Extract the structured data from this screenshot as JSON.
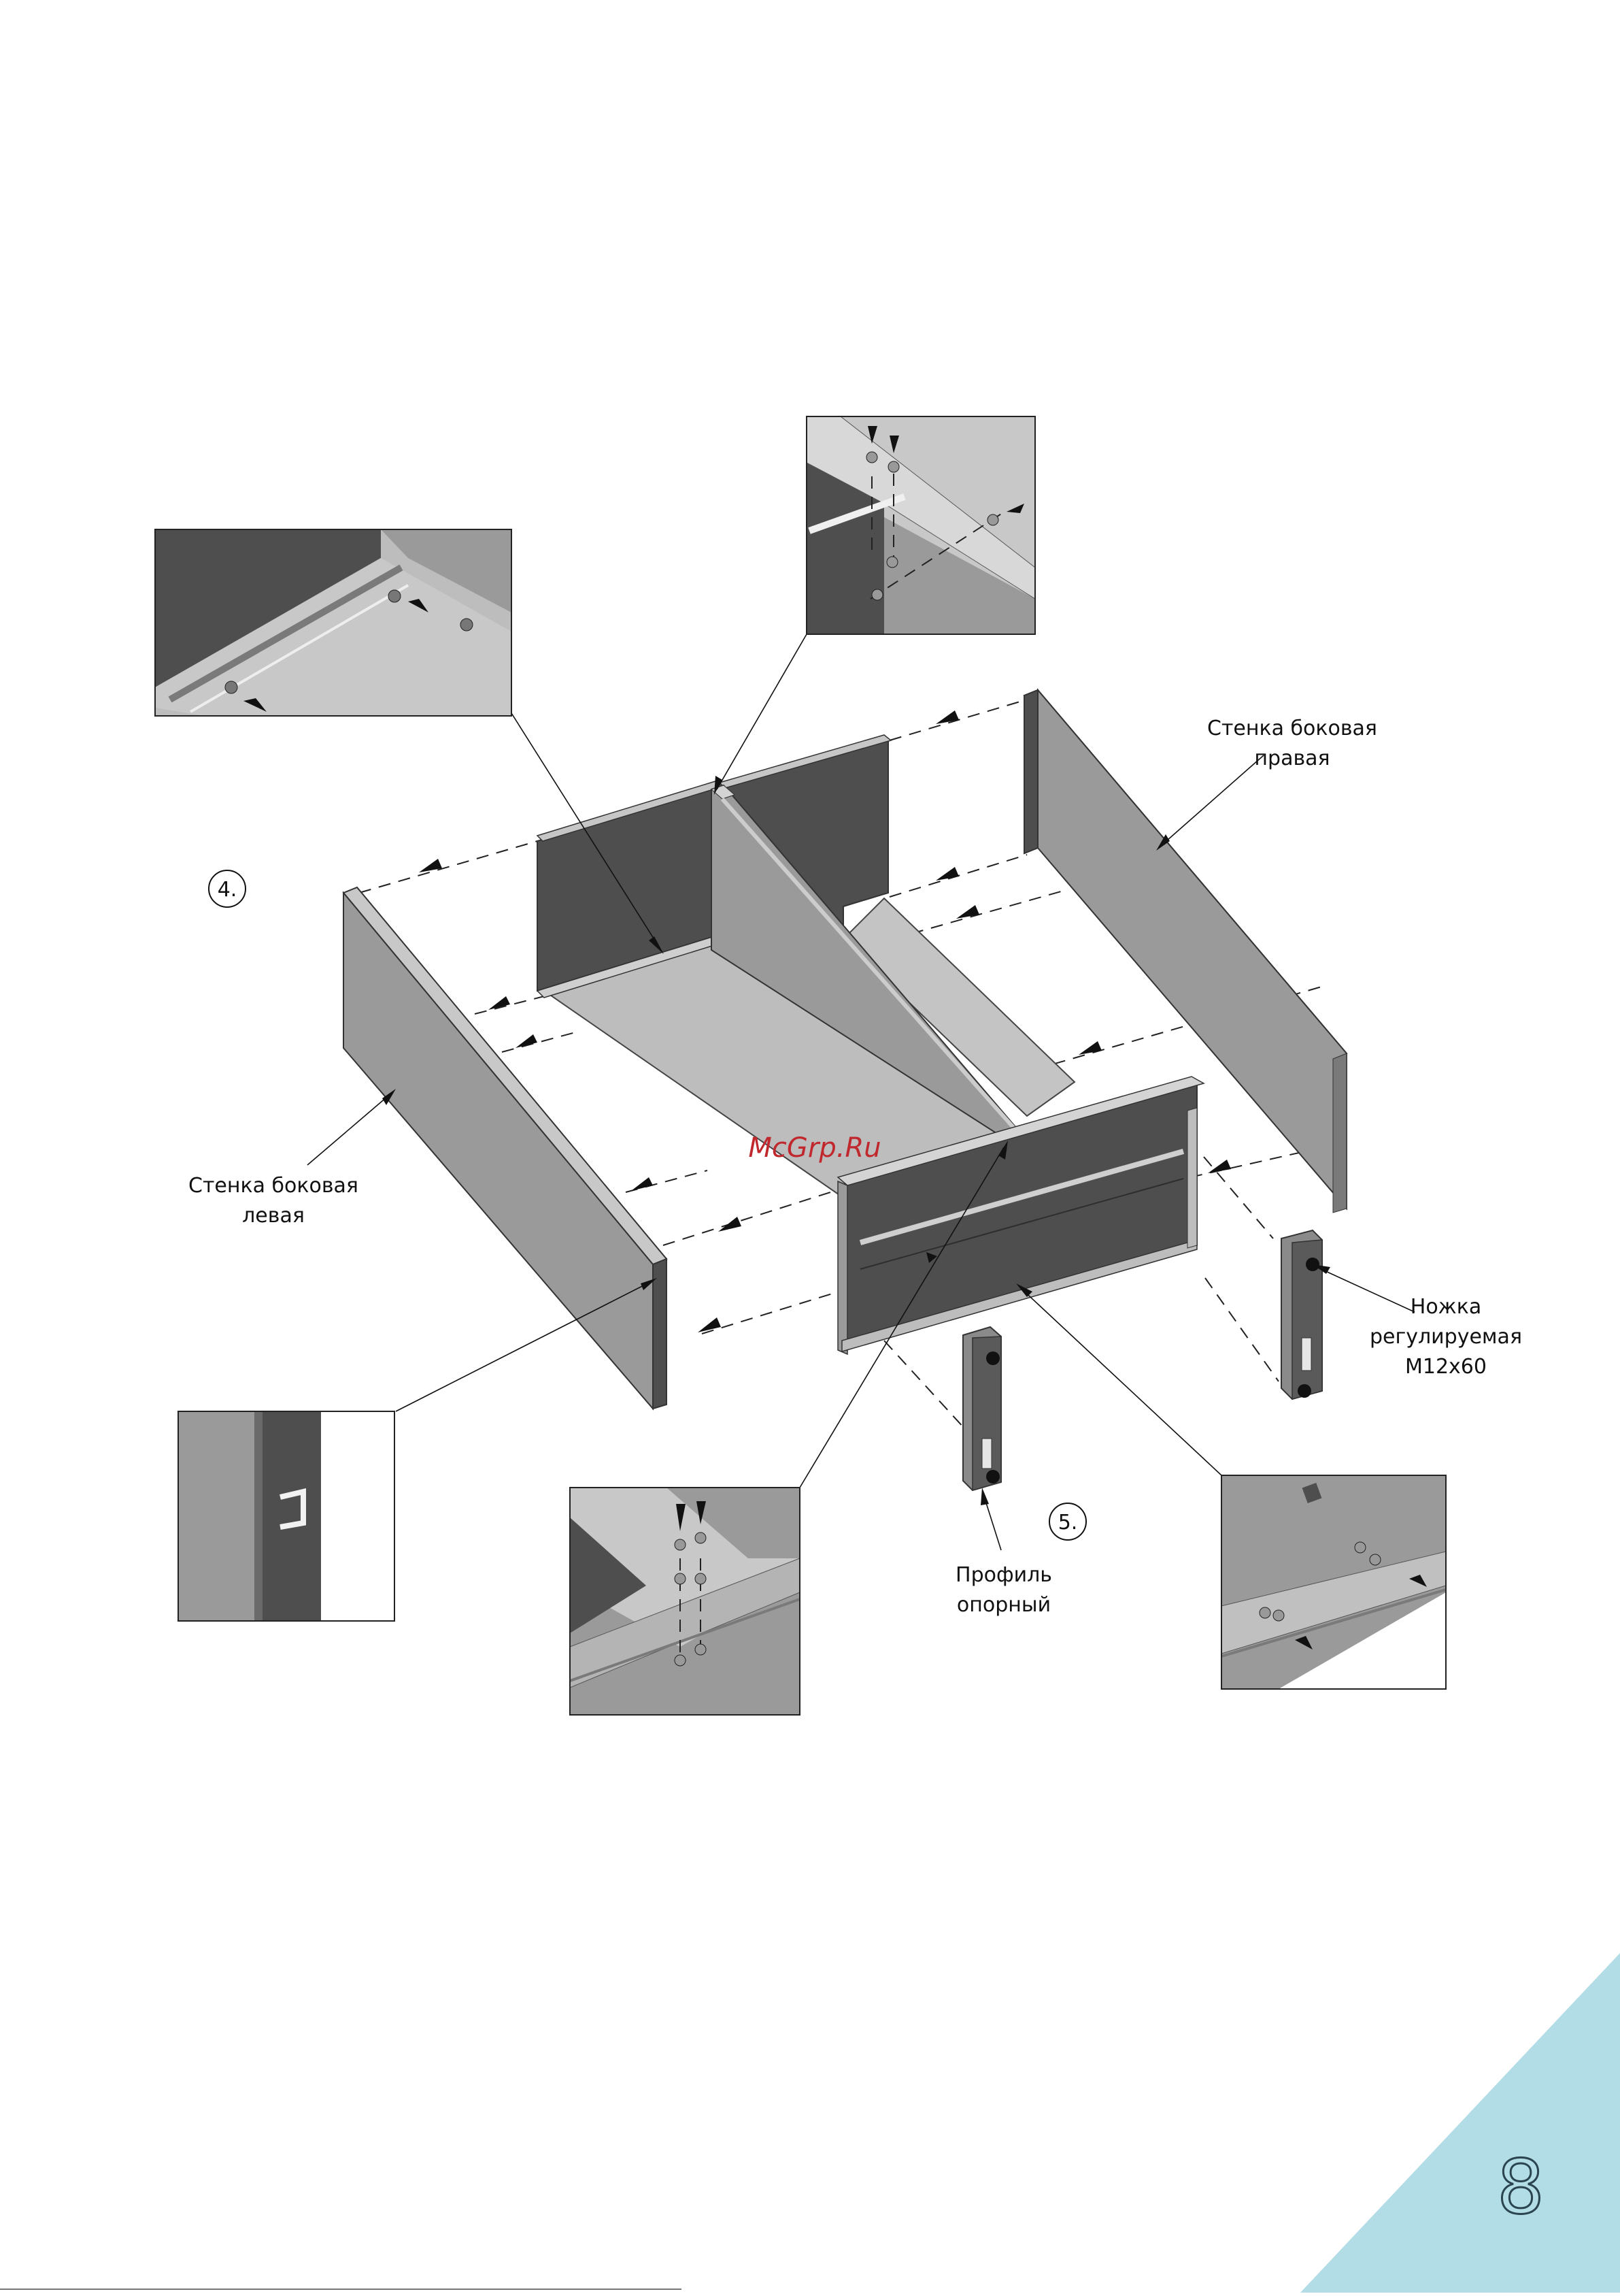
{
  "labels": {
    "side_right_line1": "Стенка боковая",
    "side_right_line2": "правая",
    "side_left_line1": "Стенка боковая",
    "side_left_line2": "левая",
    "leg_line1": "Ножка",
    "leg_line2": "регулируемая",
    "leg_line3": "М12х60",
    "profile_line1": "Профиль",
    "profile_line2": "опорный"
  },
  "steps": {
    "step4": "4.",
    "step5": "5."
  },
  "watermark": "McGrp.Ru",
  "page_number": "8",
  "colors": {
    "panel_dark": "#4e4e4e",
    "panel_mid": "#9a9a9a",
    "panel_light": "#bdbdbd",
    "corner_accent": "#b2dce6"
  }
}
